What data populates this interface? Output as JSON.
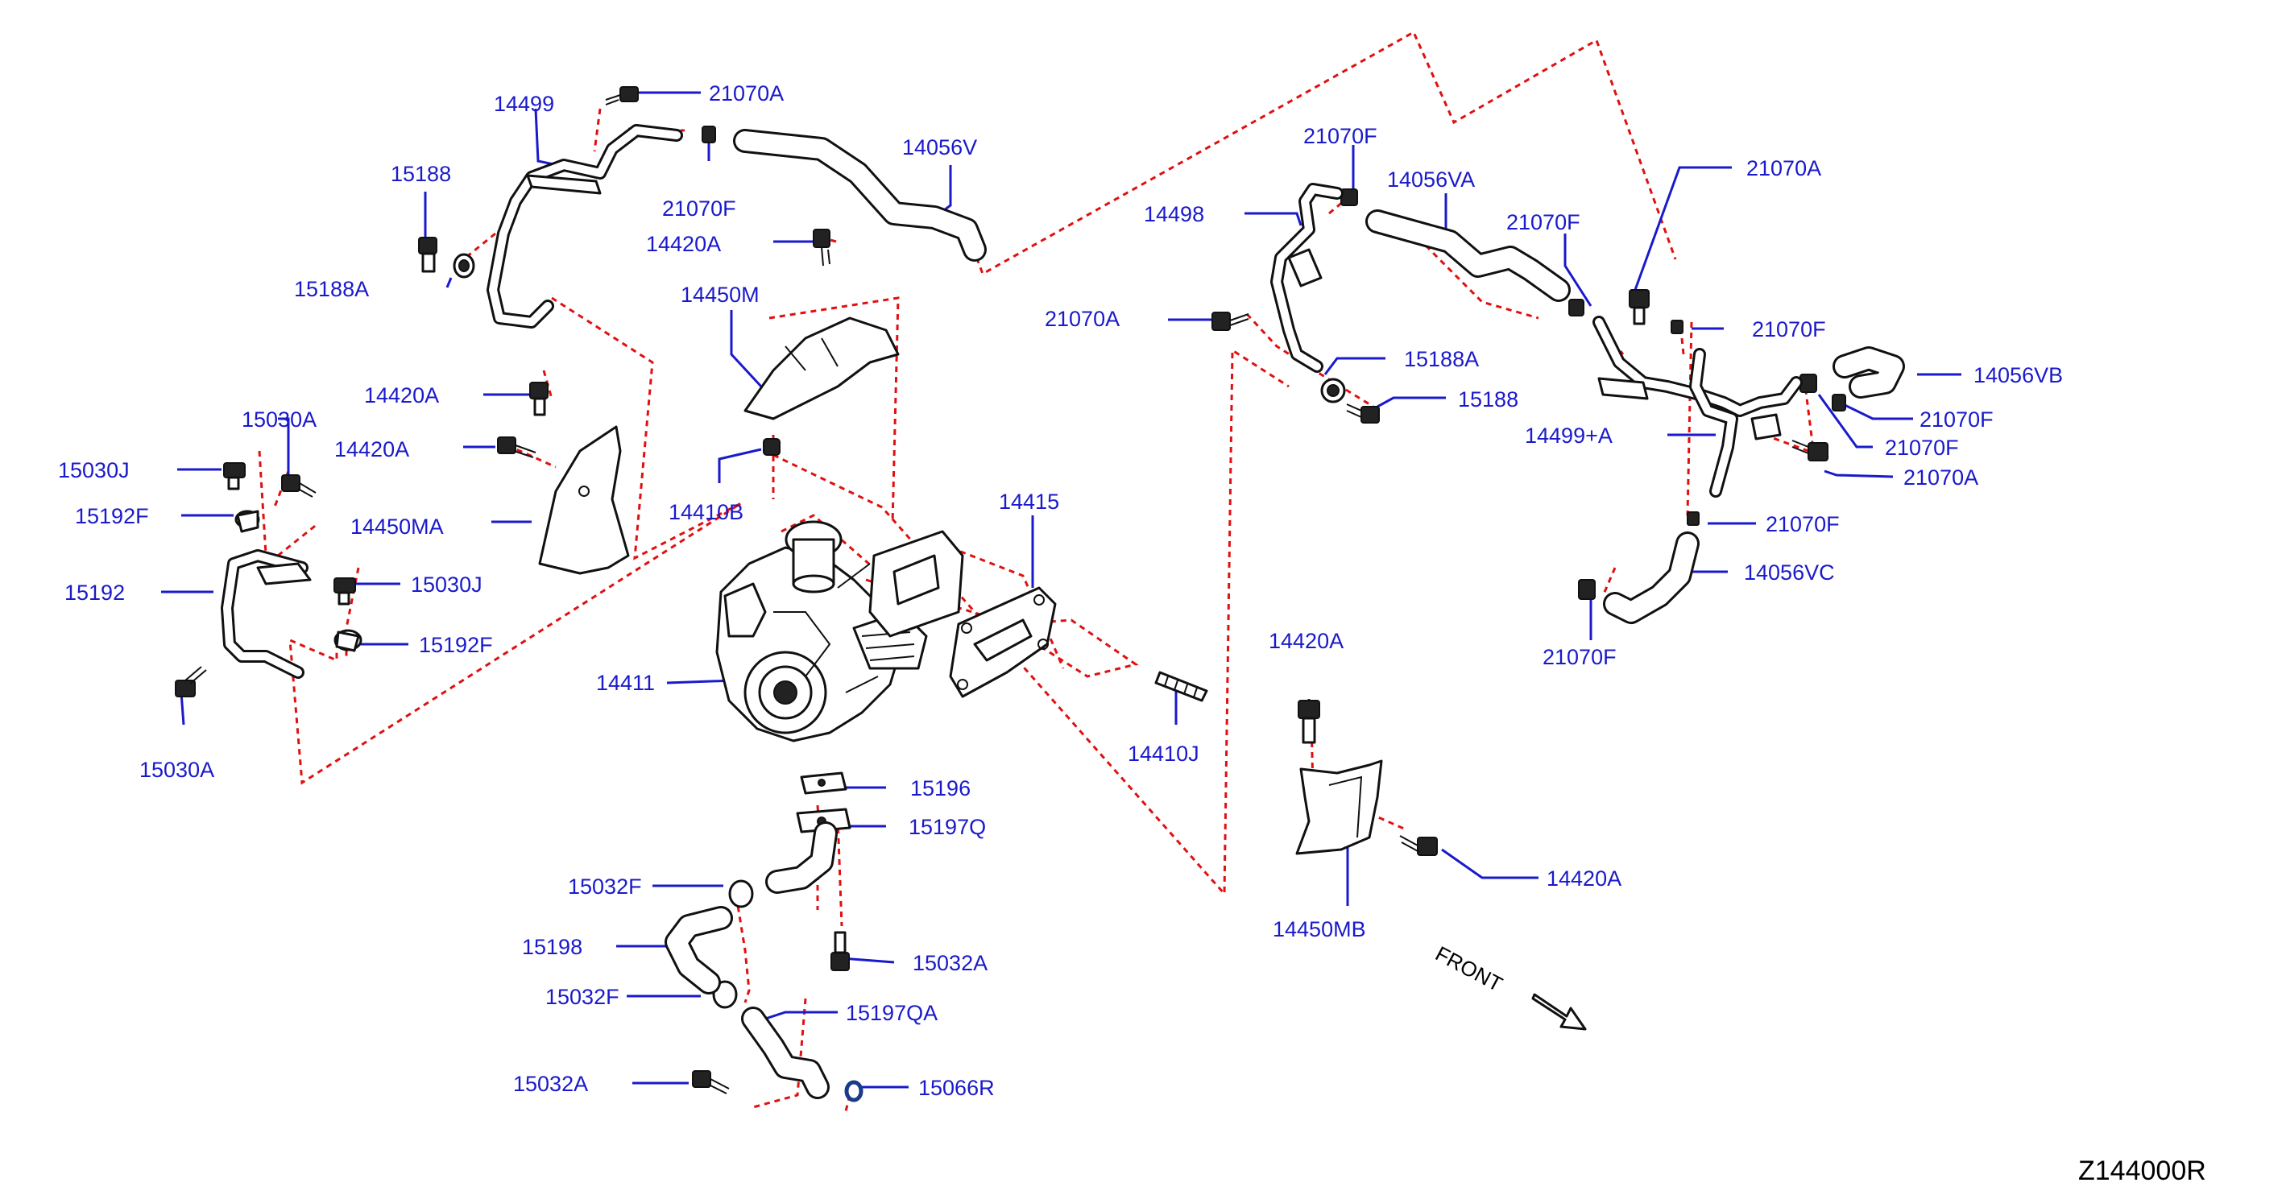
{
  "diagram_id": "Z144000R",
  "front_label": "FRONT",
  "callouts": {
    "c_21070A_top": "21070A",
    "c_14499": "14499",
    "c_15188_left": "15188",
    "c_21070F_top": "21070F",
    "c_14056V": "14056V",
    "c_14420A_top": "14420A",
    "c_15188A_left": "15188A",
    "c_14450M": "14450M",
    "c_14420A_left1": "14420A",
    "c_15030A_top": "15030A",
    "c_14420A_left2": "14420A",
    "c_15030J_left": "15030J",
    "c_15192F_left": "15192F",
    "c_14450MA": "14450MA",
    "c_14410B": "14410B",
    "c_15192": "15192",
    "c_15030J_right": "15030J",
    "c_15192F_right": "15192F",
    "c_14415": "14415",
    "c_14411": "14411",
    "c_15030A_bottom": "15030A",
    "c_14410J": "14410J",
    "c_15196": "15196",
    "c_15197Q": "15197Q",
    "c_15032F_top": "15032F",
    "c_15198": "15198",
    "c_15032A_right": "15032A",
    "c_15032F_bottom": "15032F",
    "c_15197QA": "15197QA",
    "c_15032A_left": "15032A",
    "c_15066R": "15066R",
    "c_21070F_mid": "21070F",
    "c_14056VA": "14056VA",
    "c_14498": "14498",
    "c_21070F_r1": "21070F",
    "c_21070A_mid": "21070A",
    "c_15188A_right": "15188A",
    "c_15188_right": "15188",
    "c_21070A_r1": "21070A",
    "c_21070F_r2": "21070F",
    "c_14056VB": "14056VB",
    "c_21070F_r3": "21070F",
    "c_14499A": "14499+A",
    "c_21070F_r4": "21070F",
    "c_21070A_r2": "21070A",
    "c_21070F_r5": "21070F",
    "c_14056VC": "14056VC",
    "c_21070F_r6": "21070F",
    "c_14420A_bracket_top": "14420A",
    "c_14420A_bracket_right": "14420A",
    "c_14450MB": "14450MB"
  }
}
